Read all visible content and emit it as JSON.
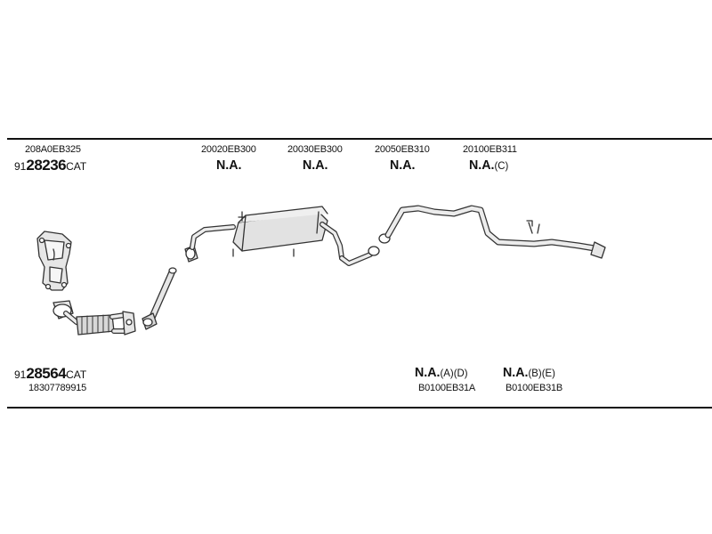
{
  "header": {
    "kit_top": {
      "prefix": "91",
      "number": "28236",
      "suffix": "CAT"
    },
    "codes": {
      "col1": "208A0EB325",
      "col2": "20020EB300",
      "col3": "20030EB300",
      "col4": "20050EB310",
      "col5": "20100EB311"
    },
    "na": {
      "col2": "N.A.",
      "col3": "N.A.",
      "col4": "N.A.",
      "col5": "N.A.",
      "col5_suffix": "(C)"
    }
  },
  "footer": {
    "kit_bottom": {
      "prefix": "91",
      "number": "28564",
      "suffix": "CAT"
    },
    "code_left": "18307789915",
    "item_a": {
      "label": "N.A.",
      "suffix": "(A)(D)",
      "code": "B0100EB31A"
    },
    "item_b": {
      "label": "N.A.",
      "suffix": "(B)(E)",
      "code": "B0100EB31B"
    }
  },
  "colors": {
    "line": "#111111",
    "part_fill": "#e8e8e8",
    "part_stroke": "#333333"
  }
}
